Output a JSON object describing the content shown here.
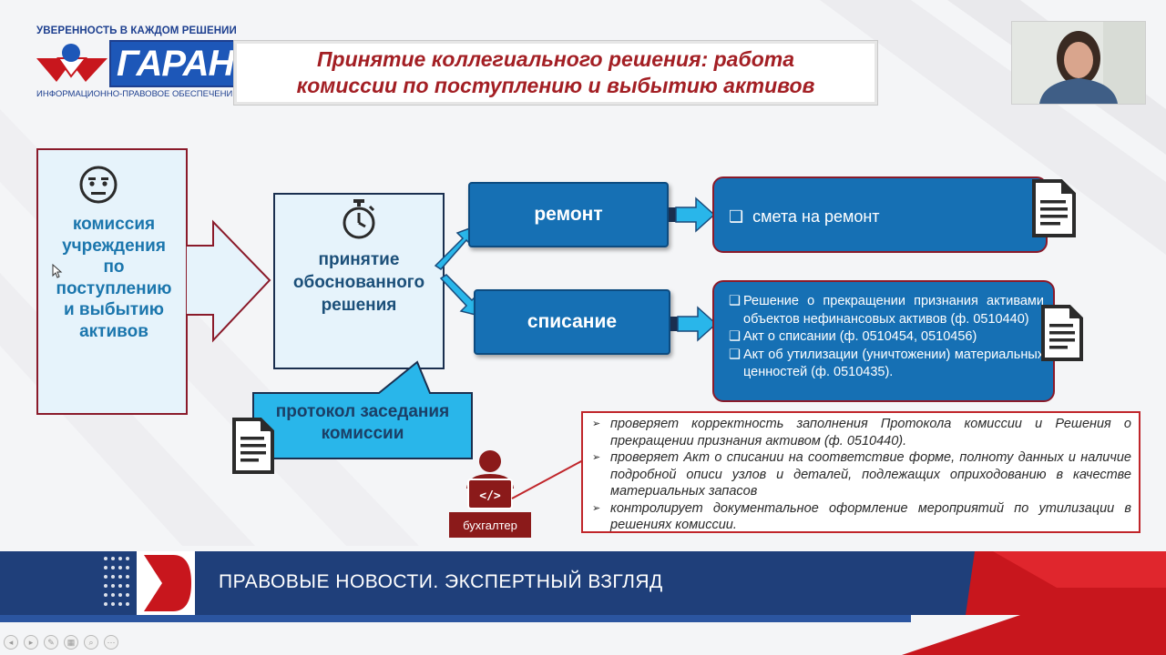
{
  "logo": {
    "tagline": "УВЕРЕННОСТЬ В КАЖДОМ РЕШЕНИИ",
    "brand": "ГАРАНТ",
    "subtitle": "ИНФОРМАЦИОННО-ПРАВОВОЕ ОБЕСПЕЧЕНИЕ"
  },
  "slide": {
    "title_line1": "Принятие коллегиального решения: работа",
    "title_line2": "комиссии по поступлению и выбытию активов"
  },
  "flow": {
    "commission": {
      "line1": "комиссия",
      "line2": "учреждения",
      "line3": "по",
      "line4": "поступлению",
      "line5": "и выбытию",
      "line6": "активов"
    },
    "decision": {
      "line1": "принятие",
      "line2": "обоснованного",
      "line3": "решения"
    },
    "protocol": {
      "line1": "протокол заседания",
      "line2": "комиссии"
    },
    "repair": {
      "label": "ремонт",
      "result": "смета на ремонт"
    },
    "writeoff": {
      "label": "списание",
      "results": [
        "Решение о прекращении признания активами объектов нефинансовых активов (ф. 0510440)",
        "Акт о списании (ф. 0510454, 0510456)",
        "Акт об утилизации (уничтожении) материальных ценностей (ф. 0510435)."
      ]
    },
    "checkbox_glyph": "❑"
  },
  "accountant": {
    "label": "бухгалтер",
    "duties": [
      "проверяет корректность заполнения Протокола комиссии и Решения о прекращении признания активом (ф. 0510440).",
      "проверяет Акт о списании на соответствие форме, полноту данных и наличие подробной описи узлов и деталей, подлежащих оприходованию в качестве материальных запасов",
      "контролирует документальное оформление мероприятий по утилизации в решениях комиссии."
    ],
    "bullet_glyph": "➢"
  },
  "banner": {
    "text": "ПРАВОВЫЕ НОВОСТИ. ЭКСПЕРТНЫЙ ВЗГЛЯД"
  },
  "colors": {
    "title_red": "#a31f24",
    "primary_blue": "#1670b4",
    "banner_navy": "#1f3f7a",
    "banner_red": "#c8161d"
  }
}
